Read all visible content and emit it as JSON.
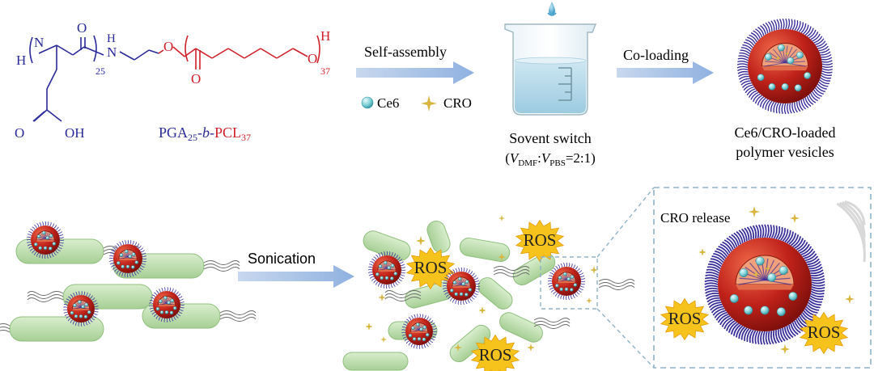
{
  "polymer": {
    "name_pga": "PGA",
    "name_pga_sub": "25",
    "name_b": "b",
    "name_pcl": "PCL",
    "name_pcl_sub": "37",
    "atom_h_left": "H",
    "atom_n_top": "N",
    "atom_o_top": "O",
    "atom_n_mid": "N",
    "atom_h_mid": "H",
    "repeat_25": "25",
    "atom_o_ester": "O",
    "atom_o_carbonyl": "O",
    "atom_o_right": "O",
    "atom_h_right": "H",
    "repeat_37": "37",
    "atom_o_acid": "O",
    "atom_oh_acid": "OH"
  },
  "step1": {
    "label": "Self-assembly",
    "legend_ce6": "Ce6",
    "legend_cro": "CRO"
  },
  "beaker": {
    "label": "Sovent switch",
    "ratio_open": "(",
    "ratio_v1": "V",
    "ratio_sub1": "DMF",
    "ratio_colon": ":",
    "ratio_v2": "V",
    "ratio_sub2": "PBS",
    "ratio_value": "=2:1)"
  },
  "step2": {
    "label": "Co-loading"
  },
  "vesicle": {
    "label_line1": "Ce6/CRO-loaded",
    "label_line2": "polymer vesicles"
  },
  "step3": {
    "label": "Sonication"
  },
  "zoom": {
    "label": "CRO release"
  },
  "ros_label": "ROS",
  "colors": {
    "blue": "#2a2a9a",
    "red": "#d0202a",
    "arrow": "#a8c4e8",
    "bacteria": "#b9dca9",
    "vesicle": "#c0221a",
    "ros": "#f6c21c",
    "cro": "#d8b640",
    "ce6": "#7fd0d6",
    "zoom_border": "#8fb3c8"
  }
}
